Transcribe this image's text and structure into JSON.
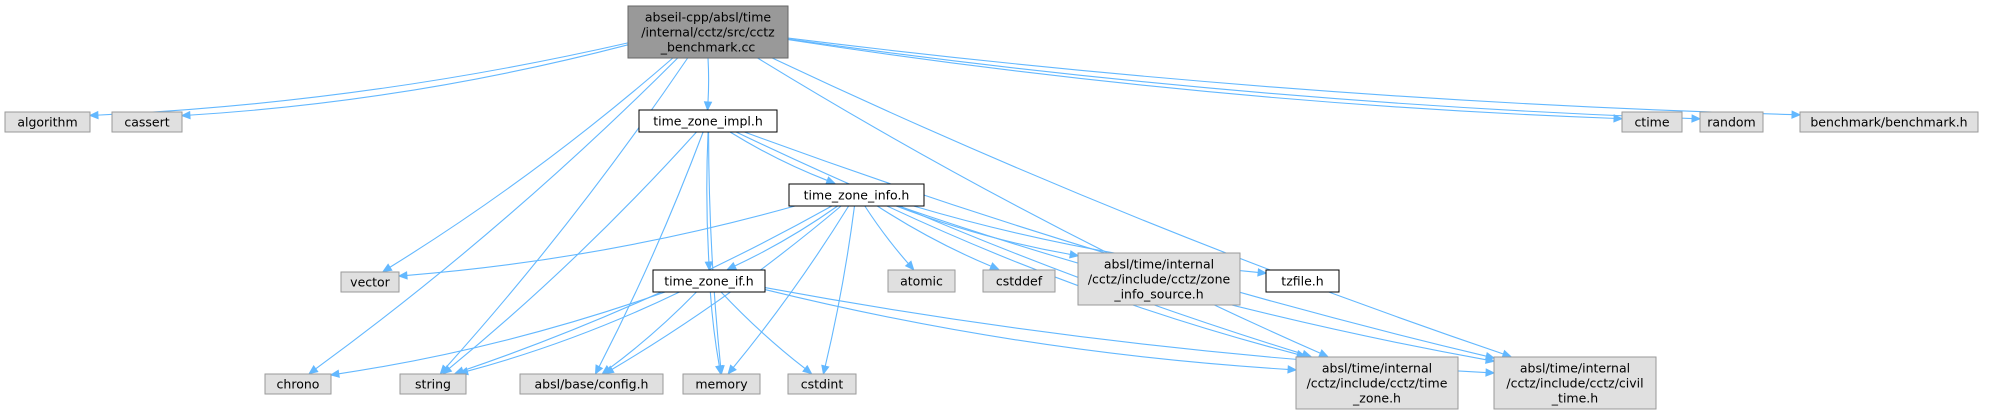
{
  "graph": {
    "edge_color": "#63b8ff",
    "nodes": [
      {
        "id": "root",
        "lines": [
          "abseil-cpp/absl/time",
          "/internal/cctz/src/cctz",
          "_benchmark.cc"
        ],
        "style": "root"
      },
      {
        "id": "algorithm",
        "lines": [
          "algorithm"
        ],
        "style": "gray"
      },
      {
        "id": "cassert",
        "lines": [
          "cassert"
        ],
        "style": "gray"
      },
      {
        "id": "time_zone_impl",
        "lines": [
          "time_zone_impl.h"
        ],
        "style": "white"
      },
      {
        "id": "ctime",
        "lines": [
          "ctime"
        ],
        "style": "gray"
      },
      {
        "id": "random",
        "lines": [
          "random"
        ],
        "style": "gray"
      },
      {
        "id": "benchmark",
        "lines": [
          "benchmark/benchmark.h"
        ],
        "style": "gray"
      },
      {
        "id": "time_zone_info",
        "lines": [
          "time_zone_info.h"
        ],
        "style": "white"
      },
      {
        "id": "vector",
        "lines": [
          "vector"
        ],
        "style": "gray"
      },
      {
        "id": "time_zone_if",
        "lines": [
          "time_zone_if.h"
        ],
        "style": "white"
      },
      {
        "id": "atomic",
        "lines": [
          "atomic"
        ],
        "style": "gray"
      },
      {
        "id": "cstddef",
        "lines": [
          "cstddef"
        ],
        "style": "gray"
      },
      {
        "id": "zone_info_source",
        "lines": [
          "absl/time/internal",
          "/cctz/include/cctz/zone",
          "_info_source.h"
        ],
        "style": "gray"
      },
      {
        "id": "tzfile",
        "lines": [
          "tzfile.h"
        ],
        "style": "white"
      },
      {
        "id": "chrono",
        "lines": [
          "chrono"
        ],
        "style": "gray"
      },
      {
        "id": "string",
        "lines": [
          "string"
        ],
        "style": "gray"
      },
      {
        "id": "config",
        "lines": [
          "absl/base/config.h"
        ],
        "style": "gray"
      },
      {
        "id": "memory",
        "lines": [
          "memory"
        ],
        "style": "gray"
      },
      {
        "id": "cstdint",
        "lines": [
          "cstdint"
        ],
        "style": "gray"
      },
      {
        "id": "time_zone_h",
        "lines": [
          "absl/time/internal",
          "/cctz/include/cctz/time",
          "_zone.h"
        ],
        "style": "gray"
      },
      {
        "id": "civil_time",
        "lines": [
          "absl/time/internal",
          "/cctz/include/cctz/civil",
          "_time.h"
        ],
        "style": "gray"
      }
    ],
    "edges": [
      [
        "root",
        "algorithm"
      ],
      [
        "root",
        "cassert"
      ],
      [
        "root",
        "time_zone_impl"
      ],
      [
        "root",
        "ctime"
      ],
      [
        "root",
        "random"
      ],
      [
        "root",
        "benchmark"
      ],
      [
        "root",
        "vector"
      ],
      [
        "root",
        "chrono"
      ],
      [
        "root",
        "string"
      ],
      [
        "root",
        "time_zone_h"
      ],
      [
        "root",
        "civil_time"
      ],
      [
        "time_zone_impl",
        "time_zone_info"
      ],
      [
        "time_zone_impl",
        "time_zone_if"
      ],
      [
        "time_zone_impl",
        "string"
      ],
      [
        "time_zone_impl",
        "config"
      ],
      [
        "time_zone_impl",
        "memory"
      ],
      [
        "time_zone_impl",
        "time_zone_h"
      ],
      [
        "time_zone_impl",
        "civil_time"
      ],
      [
        "time_zone_info",
        "vector"
      ],
      [
        "time_zone_info",
        "time_zone_if"
      ],
      [
        "time_zone_info",
        "atomic"
      ],
      [
        "time_zone_info",
        "cstddef"
      ],
      [
        "time_zone_info",
        "zone_info_source"
      ],
      [
        "time_zone_info",
        "tzfile"
      ],
      [
        "time_zone_info",
        "string"
      ],
      [
        "time_zone_info",
        "config"
      ],
      [
        "time_zone_info",
        "memory"
      ],
      [
        "time_zone_info",
        "cstdint"
      ],
      [
        "time_zone_info",
        "time_zone_h"
      ],
      [
        "time_zone_info",
        "civil_time"
      ],
      [
        "time_zone_if",
        "chrono"
      ],
      [
        "time_zone_if",
        "string"
      ],
      [
        "time_zone_if",
        "config"
      ],
      [
        "time_zone_if",
        "memory"
      ],
      [
        "time_zone_if",
        "cstdint"
      ],
      [
        "time_zone_if",
        "time_zone_h"
      ],
      [
        "time_zone_if",
        "civil_time"
      ]
    ]
  }
}
